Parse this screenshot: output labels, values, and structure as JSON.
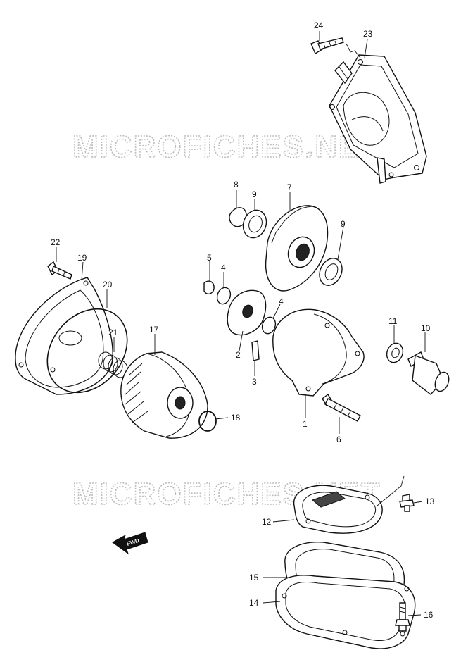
{
  "watermarks": [
    "MICROFICHES.NET",
    "MICROFICHES.NET"
  ],
  "fwd_label": "FWD",
  "callouts": [
    "1",
    "2",
    "3",
    "4",
    "4",
    "5",
    "6",
    "7",
    "8",
    "9",
    "9",
    "10",
    "11",
    "12",
    "13",
    "14",
    "15",
    "16",
    "17",
    "18",
    "19",
    "20",
    "21",
    "22",
    "23",
    "24"
  ]
}
